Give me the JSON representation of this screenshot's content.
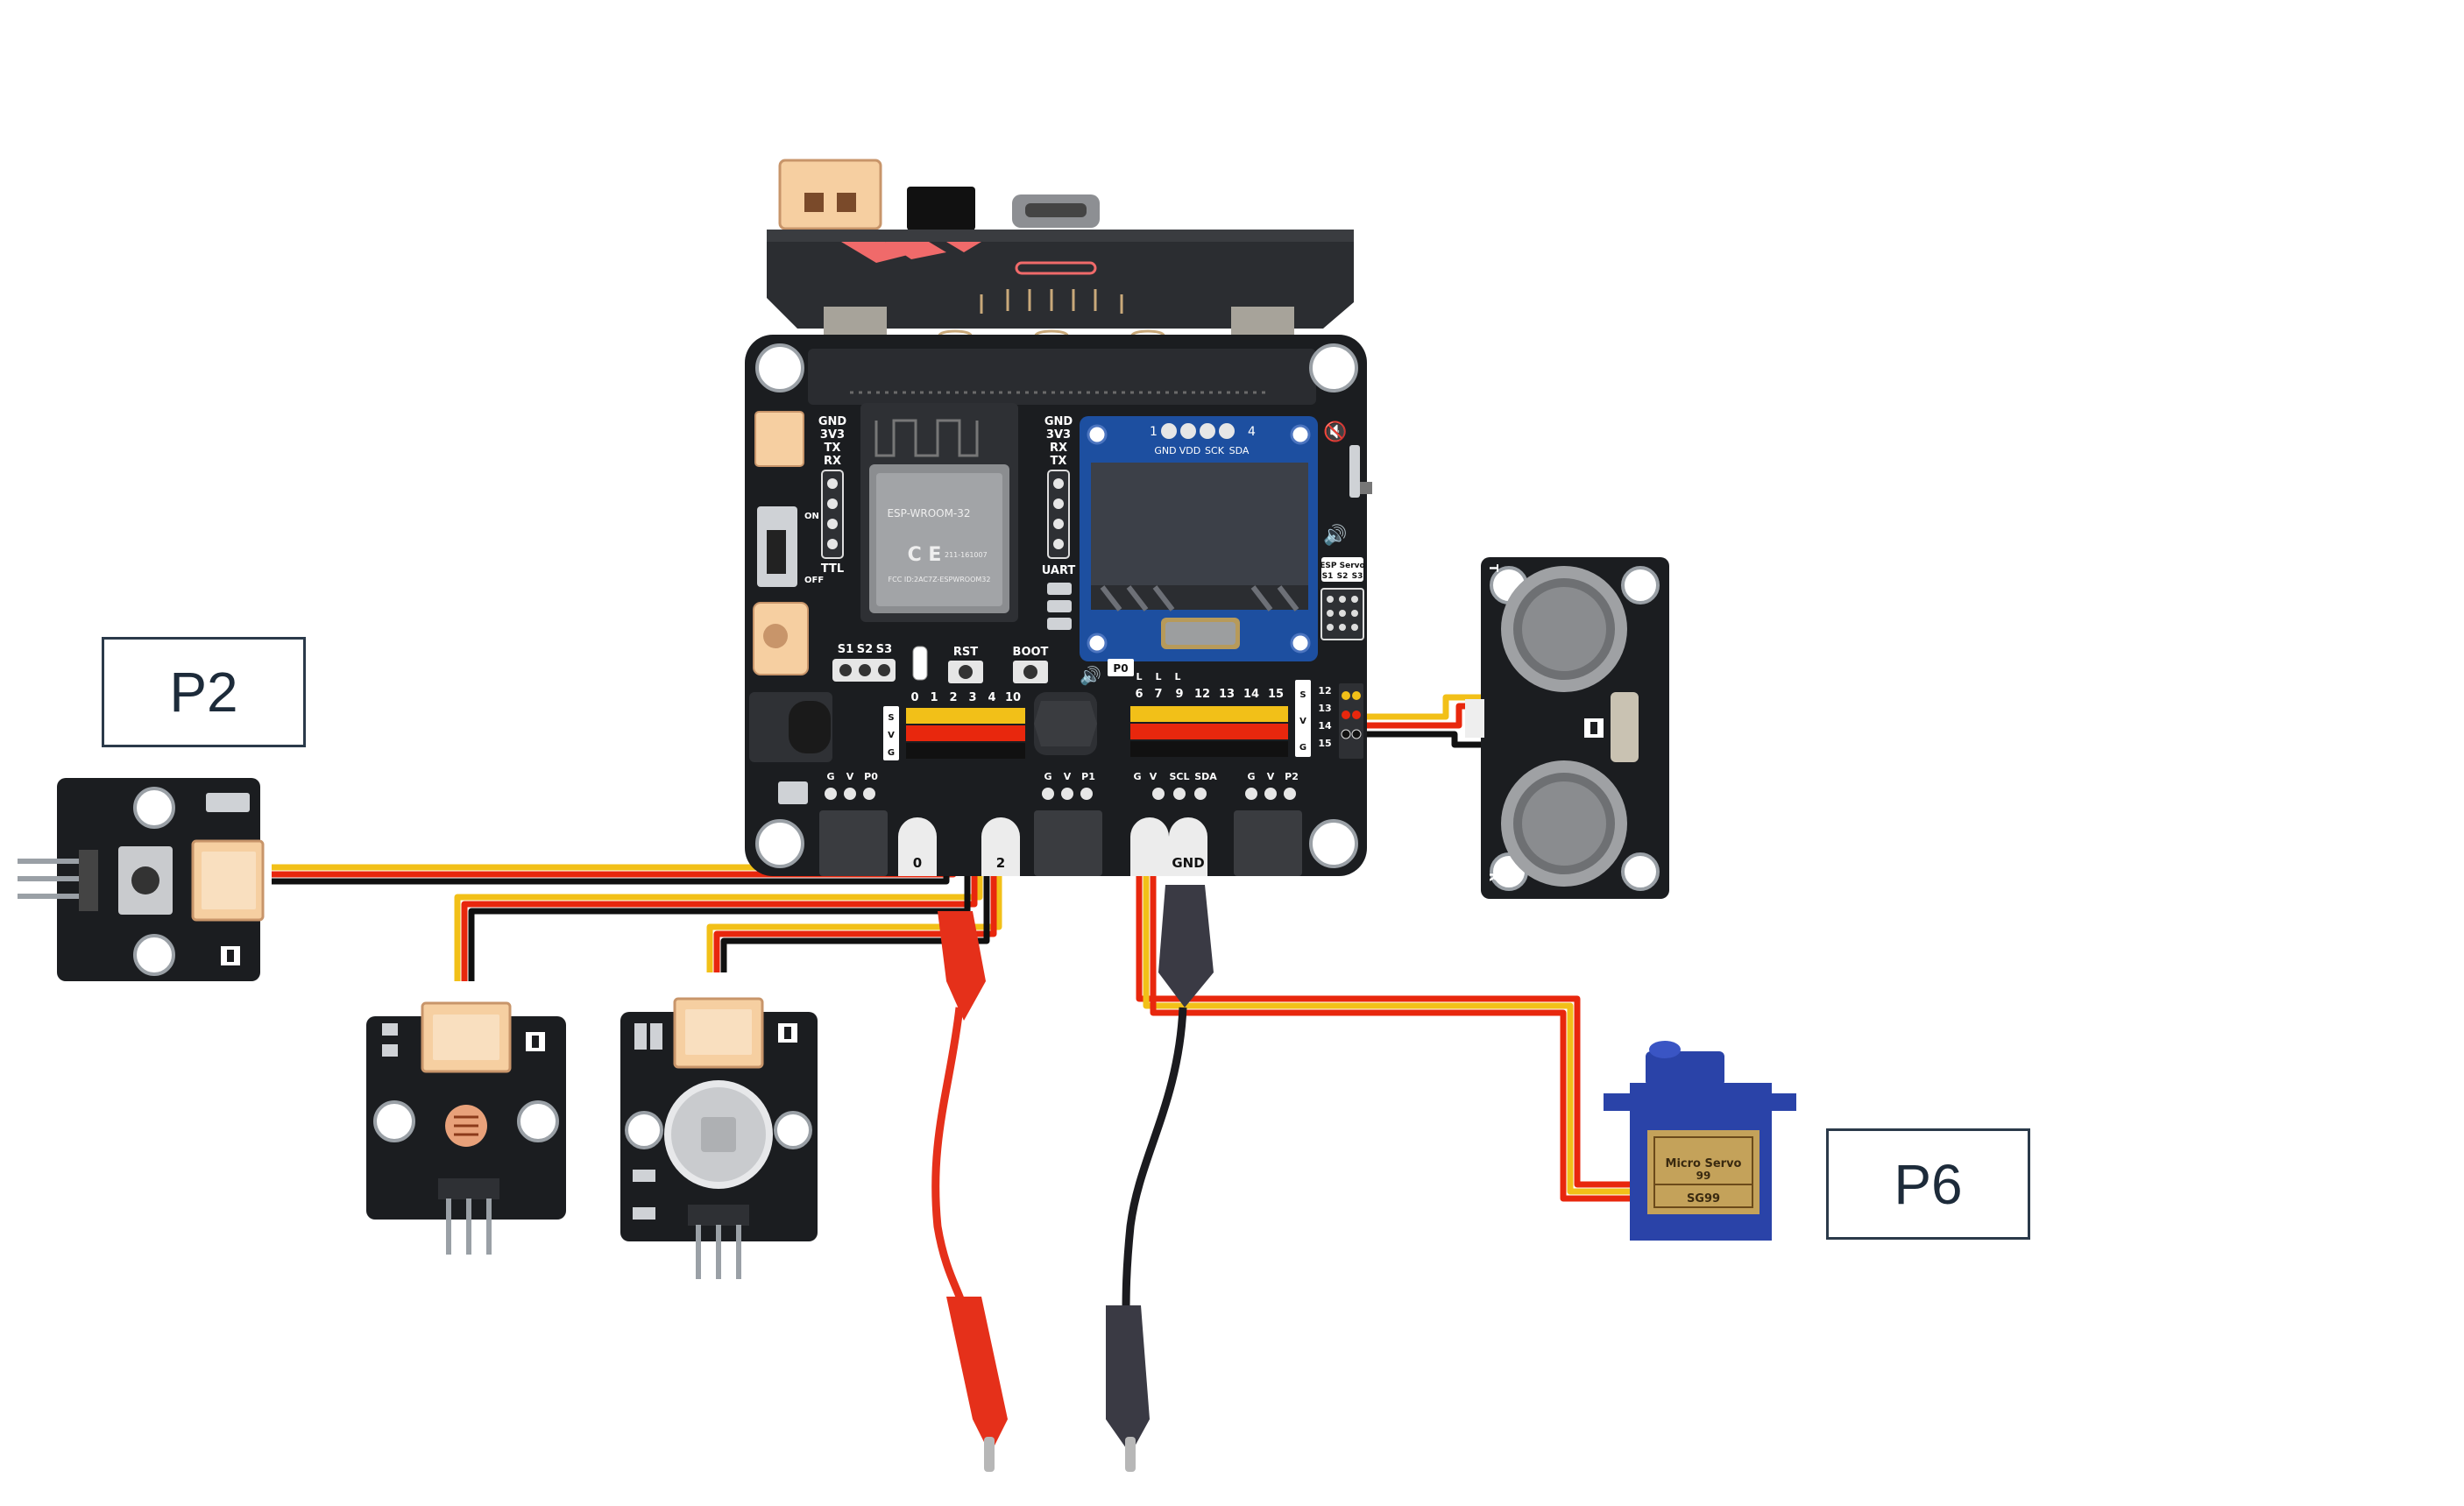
{
  "callouts": {
    "p2": "P2",
    "p6": "P6"
  },
  "board": {
    "power_header": [
      "GND",
      "3V3",
      "TX",
      "RX"
    ],
    "uart_header": [
      "GND",
      "3V3",
      "RX",
      "TX"
    ],
    "ttl_label": "TTL",
    "uart_label": "UART",
    "switch_on": "ON",
    "switch_off": "OFF",
    "module_label": "ESP-WROOM-32",
    "module_cert": "FCC ID:2AC7Z-ESPWROOM32",
    "module_id": "211-161007",
    "oled_pins": [
      "GND",
      "VDD",
      "SCK",
      "SDA"
    ],
    "oled_pin_first": "1",
    "oled_pin_last": "4",
    "esp_servo_label": "ESP Servo",
    "servo_pins": [
      "S1",
      "S2",
      "S3"
    ],
    "s_buttons": [
      "S1",
      "S2",
      "S3"
    ],
    "rst_label": "RST",
    "boot_label": "BOOT",
    "p0_label": "P0",
    "left_pins": [
      "0",
      "1",
      "2",
      "3",
      "4",
      "10"
    ],
    "right_pins": [
      "6",
      "7",
      "9",
      "12",
      "13",
      "14",
      "15"
    ],
    "l_marks": [
      "L",
      "L",
      "L"
    ],
    "side_pins": [
      "12",
      "13",
      "14",
      "15"
    ],
    "gvs_left": [
      "G",
      "V",
      "S"
    ],
    "gvs_right": [
      "G",
      "V",
      "S"
    ],
    "port_p0": [
      "G",
      "V",
      "P0"
    ],
    "port_p1": [
      "G",
      "V",
      "P1"
    ],
    "port_i2c": [
      "G",
      "V",
      "SCL",
      "SDA"
    ],
    "port_p2": [
      "G",
      "V",
      "P2"
    ],
    "edge_0": "0",
    "edge_2": "2",
    "edge_gnd": "GND"
  },
  "servo": {
    "label_line1": "Micro Servo",
    "label_line2": "99",
    "label_line3": "SG99"
  },
  "ultrasonic": {
    "t_label": "T",
    "r_label": "R"
  },
  "colors": {
    "board": "#1b1d20",
    "pcb_red": "#f06a6a",
    "wire_red": "#e8270d",
    "wire_yellow": "#f2c018",
    "wire_black": "#101010",
    "connector": "#f6cfa1",
    "servo_blue": "#2a43a8",
    "oled_blue": "#1d4fa0",
    "clip_red": "#e5301a",
    "clip_black": "#3a3a44"
  }
}
